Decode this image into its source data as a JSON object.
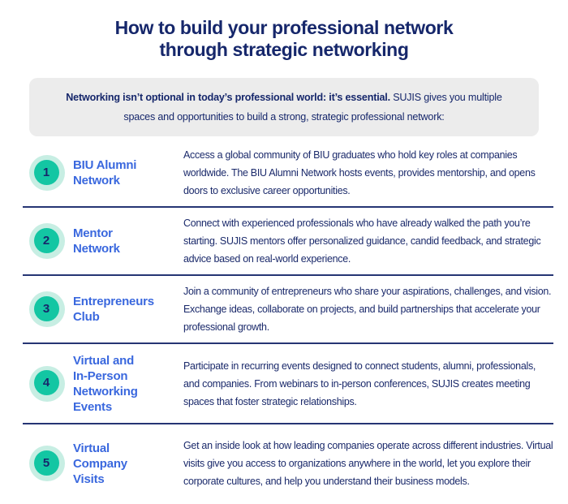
{
  "header": {
    "title_line1": "How to build your professional network",
    "title_line2": "through strategic networking"
  },
  "intro": {
    "bold_text": "Networking isn’t optional in today’s professional world: it’s essential.",
    "regular_text": " SUJIS gives you multiple spaces and opportunities to build a strong, strategic professional network:"
  },
  "items": [
    {
      "number": "1",
      "heading": "BIU Alumni\nNetwork",
      "description": "Access a global community of BIU graduates who hold key roles at companies worldwide. The BIU Alumni Network hosts events, provides mentorship, and opens doors to exclusive career opportunities."
    },
    {
      "number": "2",
      "heading": "Mentor\nNetwork",
      "description": "Connect with experienced professionals who have already walked the path you’re starting. SUJIS mentors offer personalized guidance, candid feedback, and strategic advice based on real-world experience."
    },
    {
      "number": "3",
      "heading": "Entrepreneurs\nClub",
      "description": "Join a community of entrepreneurs who share your aspirations, challenges, and vision. Exchange ideas, collaborate on projects, and build partnerships that accelerate your professional growth."
    },
    {
      "number": "4",
      "heading": "Virtual and\nIn-Person\nNetworking\nEvents",
      "description": "Participate in recurring events designed to connect students, alumni, professionals, and companies. From webinars to in-person conferences, SUJIS creates meeting spaces that foster strategic relationships."
    },
    {
      "number": "5",
      "heading": "Virtual\nCompany\nVisits",
      "description": "Get an inside look at how leading companies operate across different industries. Virtual visits give you access to organizations anywhere in the world, let you explore their corporate cultures, and help you understand their business models."
    }
  ],
  "colors": {
    "navy_text": "#1b2a6b",
    "title_navy": "#16276b",
    "heading_blue": "#3a68de",
    "badge_teal": "#13c6a3",
    "badge_mint": "#c7eee3",
    "intro_gray": "#ececec",
    "divider_navy": "#263574",
    "background": "#ffffff"
  }
}
